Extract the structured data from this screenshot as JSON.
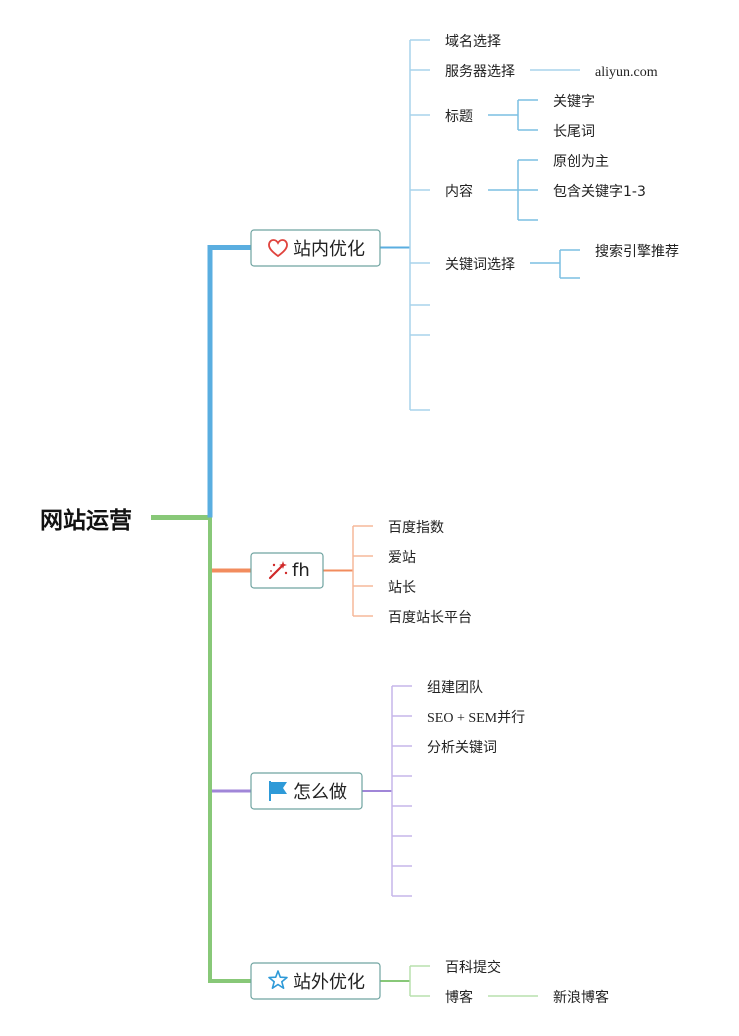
{
  "root": {
    "label": "网站运营"
  },
  "colors": {
    "root_line": "#88c878",
    "onsite": "#5aaee0",
    "onsite_light": "#a8d4ec",
    "tools": "#f28c5e",
    "tools_light": "#f5b89a",
    "howto": "#a086d8",
    "howto_light": "#c6b6ea",
    "offsite": "#88c878",
    "offsite_light": "#b8e0ae",
    "box_border": "#6fa3a0"
  },
  "branches": {
    "onsite": {
      "label": "站内优化",
      "icon": "heart-icon",
      "children": {
        "domain": "域名选择",
        "server": "服务器选择",
        "server_sub": "aliyun.com",
        "title": "标题",
        "title_kw": "关键字",
        "title_longtail": "长尾词",
        "content": "内容",
        "content_original": "原创为主",
        "content_kw": "包含关键字1-3",
        "keyword": "关键词选择",
        "keyword_sub": "搜索引擎推荐"
      }
    },
    "tools": {
      "label": "fh",
      "icon": "magic-wand-icon",
      "children": [
        "百度指数",
        "爱站",
        "站长",
        "百度站长平台"
      ]
    },
    "howto": {
      "label": "怎么做",
      "icon": "flag-icon",
      "children": [
        "组建团队",
        "SEO + SEM并行",
        "分析关键词"
      ]
    },
    "offsite": {
      "label": "站外优化",
      "icon": "star-icon",
      "children": {
        "baike": "百科提交",
        "blog": "博客",
        "blog_sub": "新浪博客"
      }
    }
  }
}
